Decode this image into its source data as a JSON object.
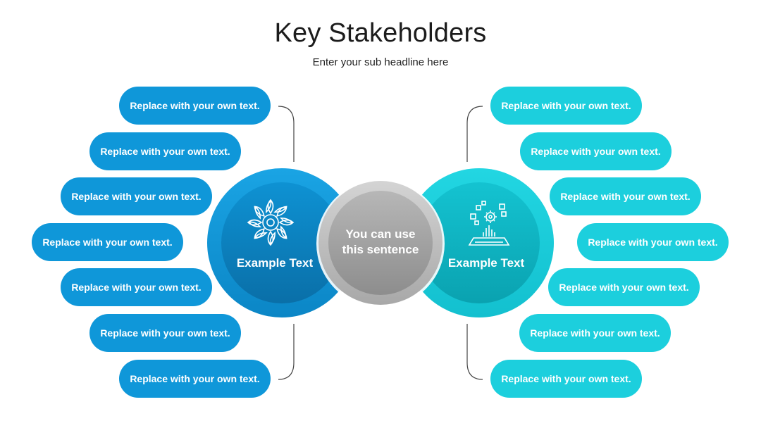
{
  "header": {
    "title": "Key Stakeholders",
    "subtitle": "Enter your sub headline here"
  },
  "left_circle": {
    "label": "Example Text",
    "icon": "mandala-icon",
    "color": "#0f97d9"
  },
  "right_circle": {
    "label": "Example Text",
    "icon": "digital-data-icon",
    "color": "#1ccfdd"
  },
  "center_circle": {
    "line1": "You can use",
    "line2": "this sentence",
    "color": "#b0b0b0"
  },
  "left_items": [
    "Replace with your own text.",
    "Replace with your own text.",
    "Replace with your own text.",
    "Replace with your own text.",
    "Replace with your own text.",
    "Replace with your own text.",
    "Replace with your own text."
  ],
  "right_items": [
    "Replace with your own text.",
    "Replace with your own text.",
    "Replace with your own text.",
    "Replace with your own text.",
    "Replace with your own text.",
    "Replace with your own text.",
    "Replace with your own text."
  ]
}
